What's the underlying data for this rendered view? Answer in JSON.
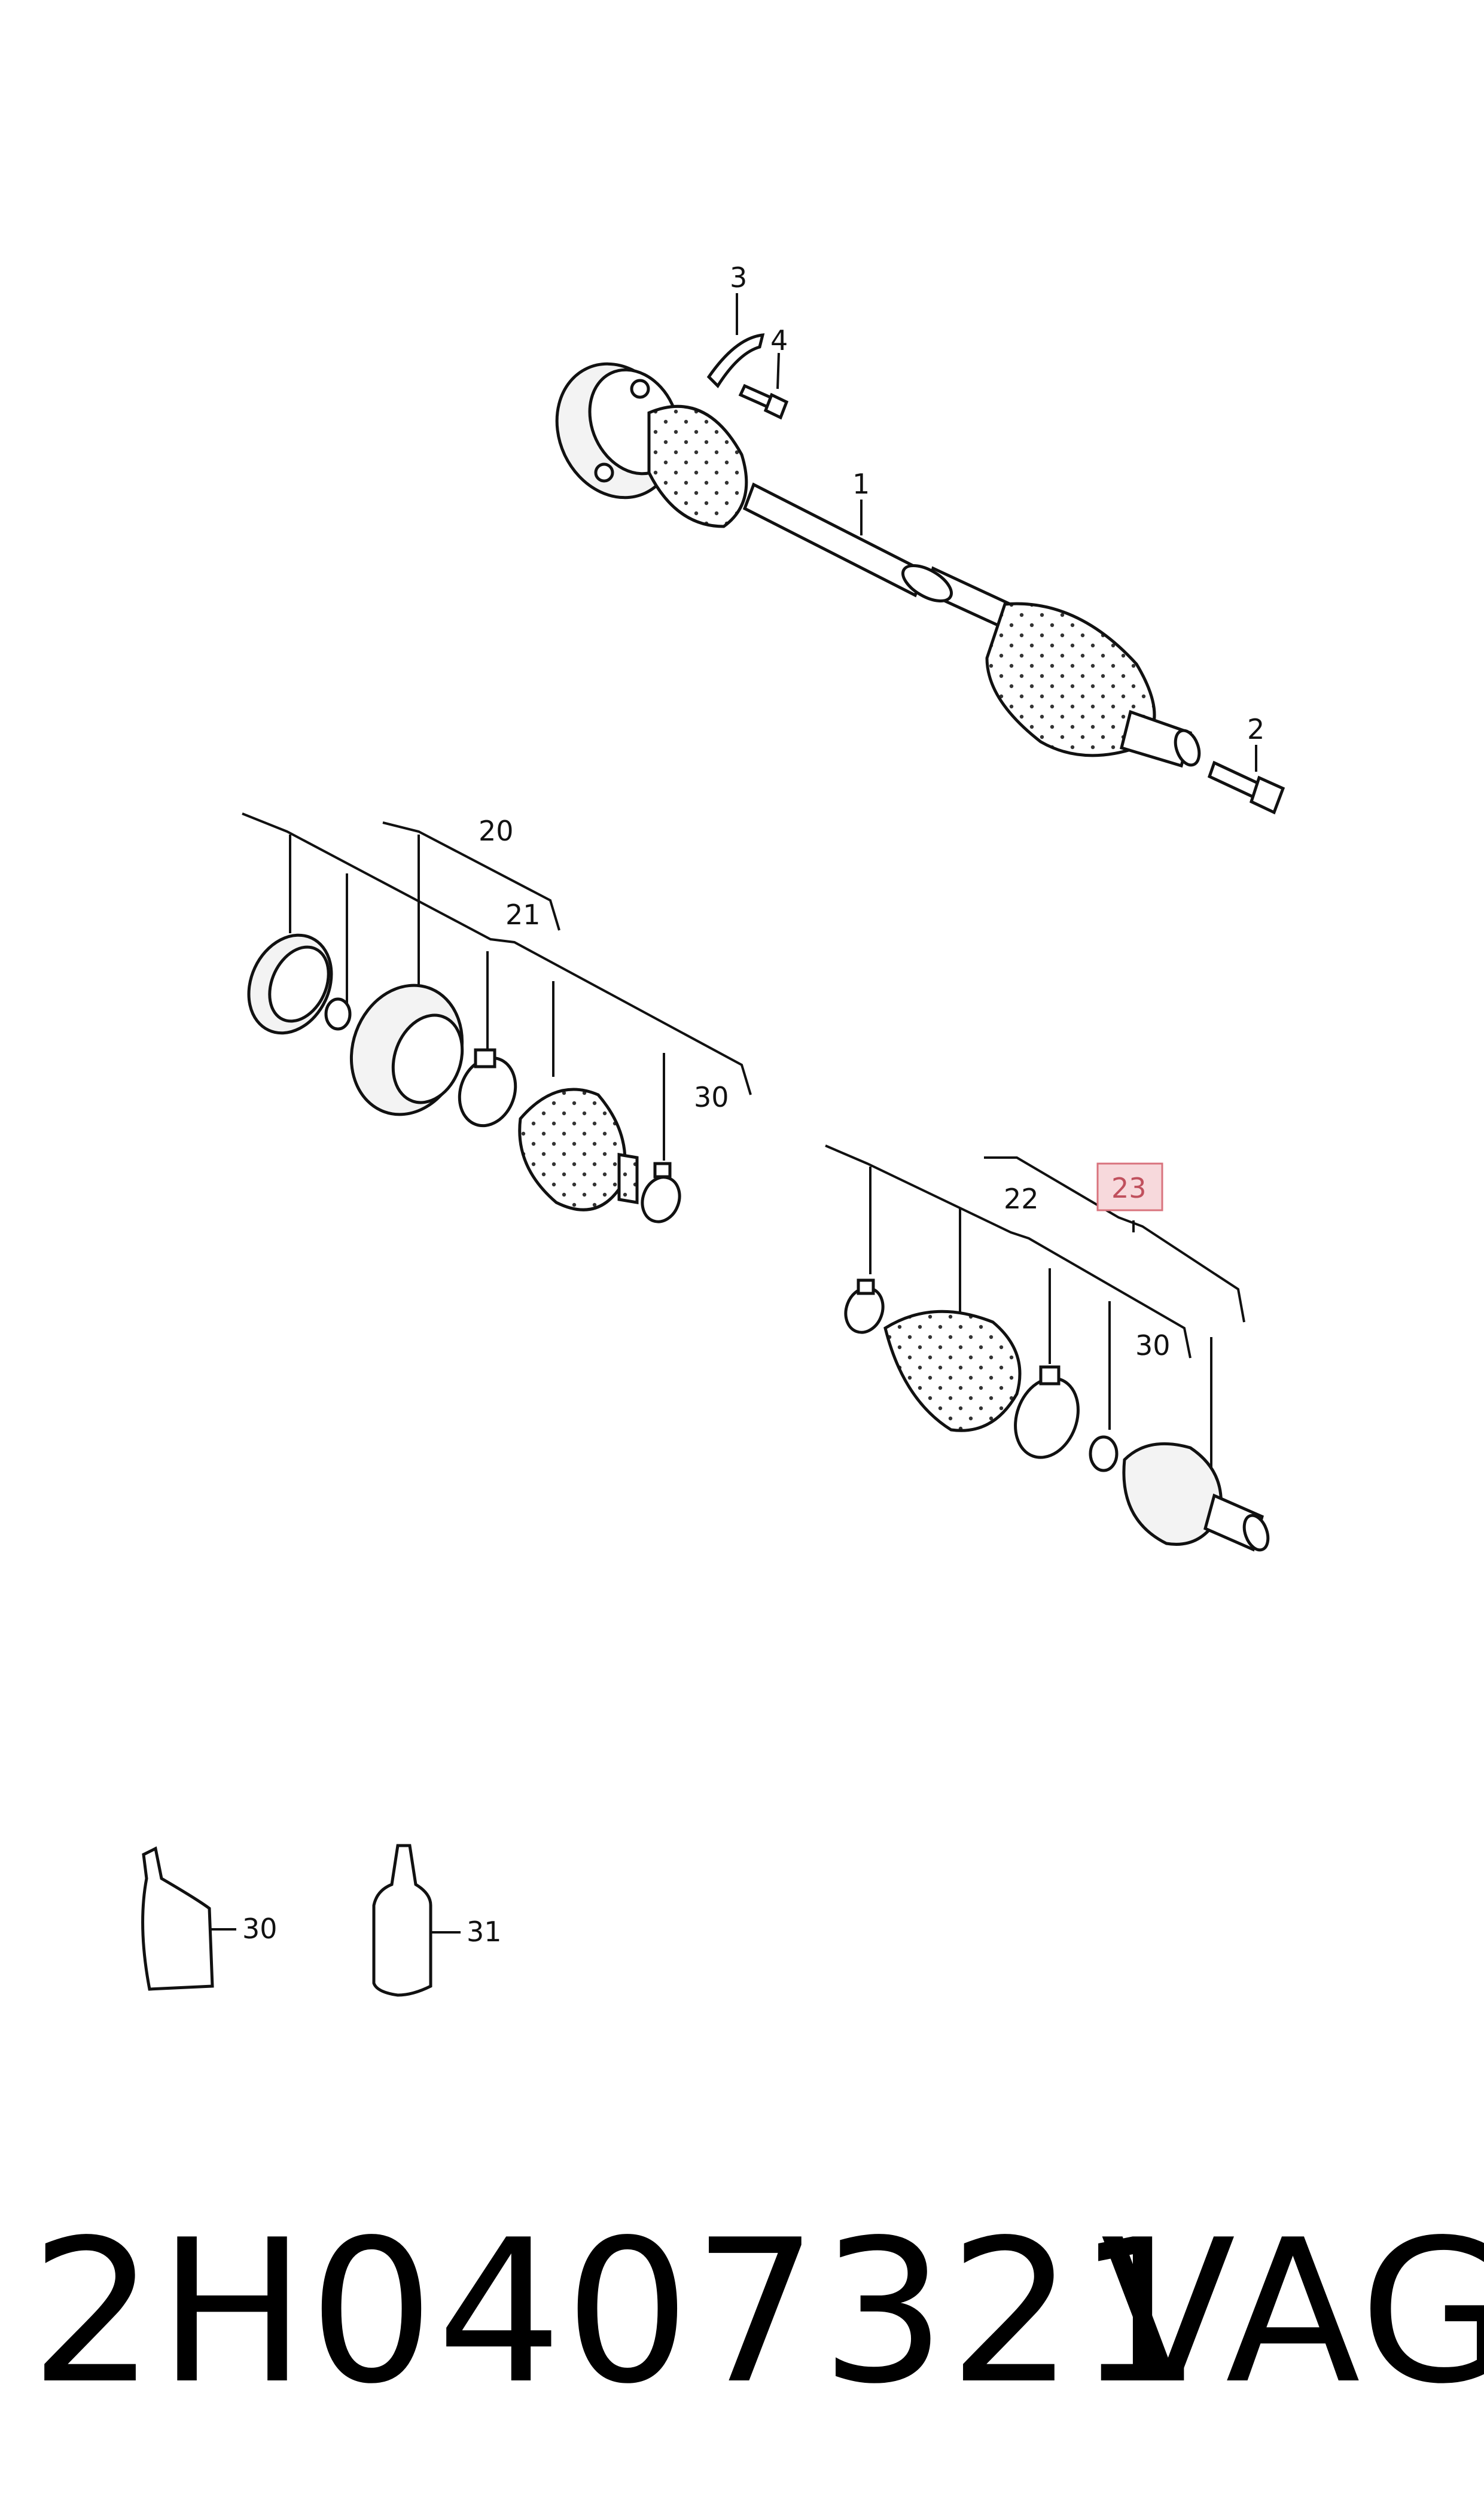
{
  "callouts": {
    "c1": "1",
    "c2": "2",
    "c3": "3",
    "c4": "4",
    "c20": "20",
    "c21": "21",
    "c22": "22",
    "c23": "23",
    "c30a": "30",
    "c30b": "30",
    "c30c": "30",
    "c31": "31"
  },
  "footer": {
    "part_number": "2H0407321",
    "brand": "VAG"
  },
  "colors": {
    "highlight_fill": "#f7d9dc",
    "highlight_border": "#d9737d",
    "ink": "#111111"
  }
}
